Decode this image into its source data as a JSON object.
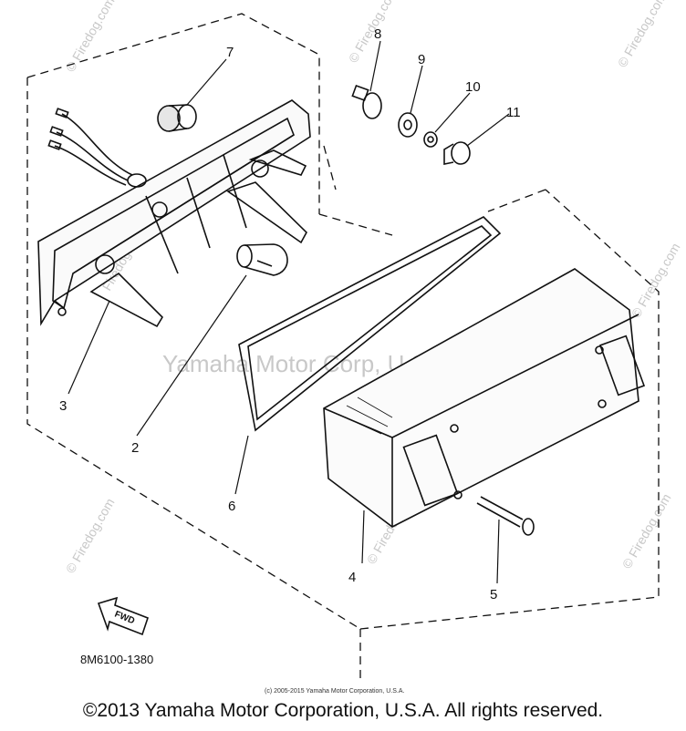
{
  "callouts": {
    "n1": "2",
    "n2": "3",
    "n3": "4",
    "n4": "5",
    "n5": "6",
    "n6": "7",
    "n7": "8",
    "n8": "9",
    "n9": "10",
    "n10": "11"
  },
  "fwd_label": "FWD",
  "diagram_code": "8M6100-1380",
  "watermark_center": "Yamaha Motor Corp, U.S.A.",
  "watermark_site": "© Firedog.com",
  "watermark_site_alt": "Firedog.com",
  "fine_print": "(c) 2005-2015 Yamaha Motor Corporation, U.S.A.",
  "footer_copyright": "©2013 Yamaha Motor Corporation, U.S.A. All rights reserved."
}
